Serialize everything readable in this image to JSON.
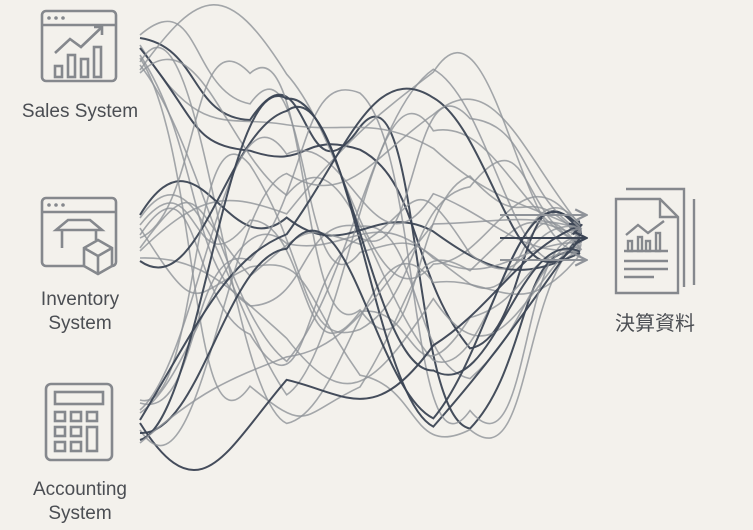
{
  "sources": [
    {
      "label_lines": [
        "Sales System"
      ],
      "icon": "sales-chart-window-icon"
    },
    {
      "label_lines": [
        "Inventory",
        "System"
      ],
      "icon": "inventory-box-window-icon"
    },
    {
      "label_lines": [
        "Accounting",
        "System"
      ],
      "icon": "calculator-icon"
    }
  ],
  "target": {
    "label": "決算資料",
    "icon": "financial-report-document-icon"
  },
  "colors": {
    "background": "#f3f1ec",
    "line_light": "#8f9399",
    "line_dark": "#3b4454",
    "icon": "#85888d"
  }
}
